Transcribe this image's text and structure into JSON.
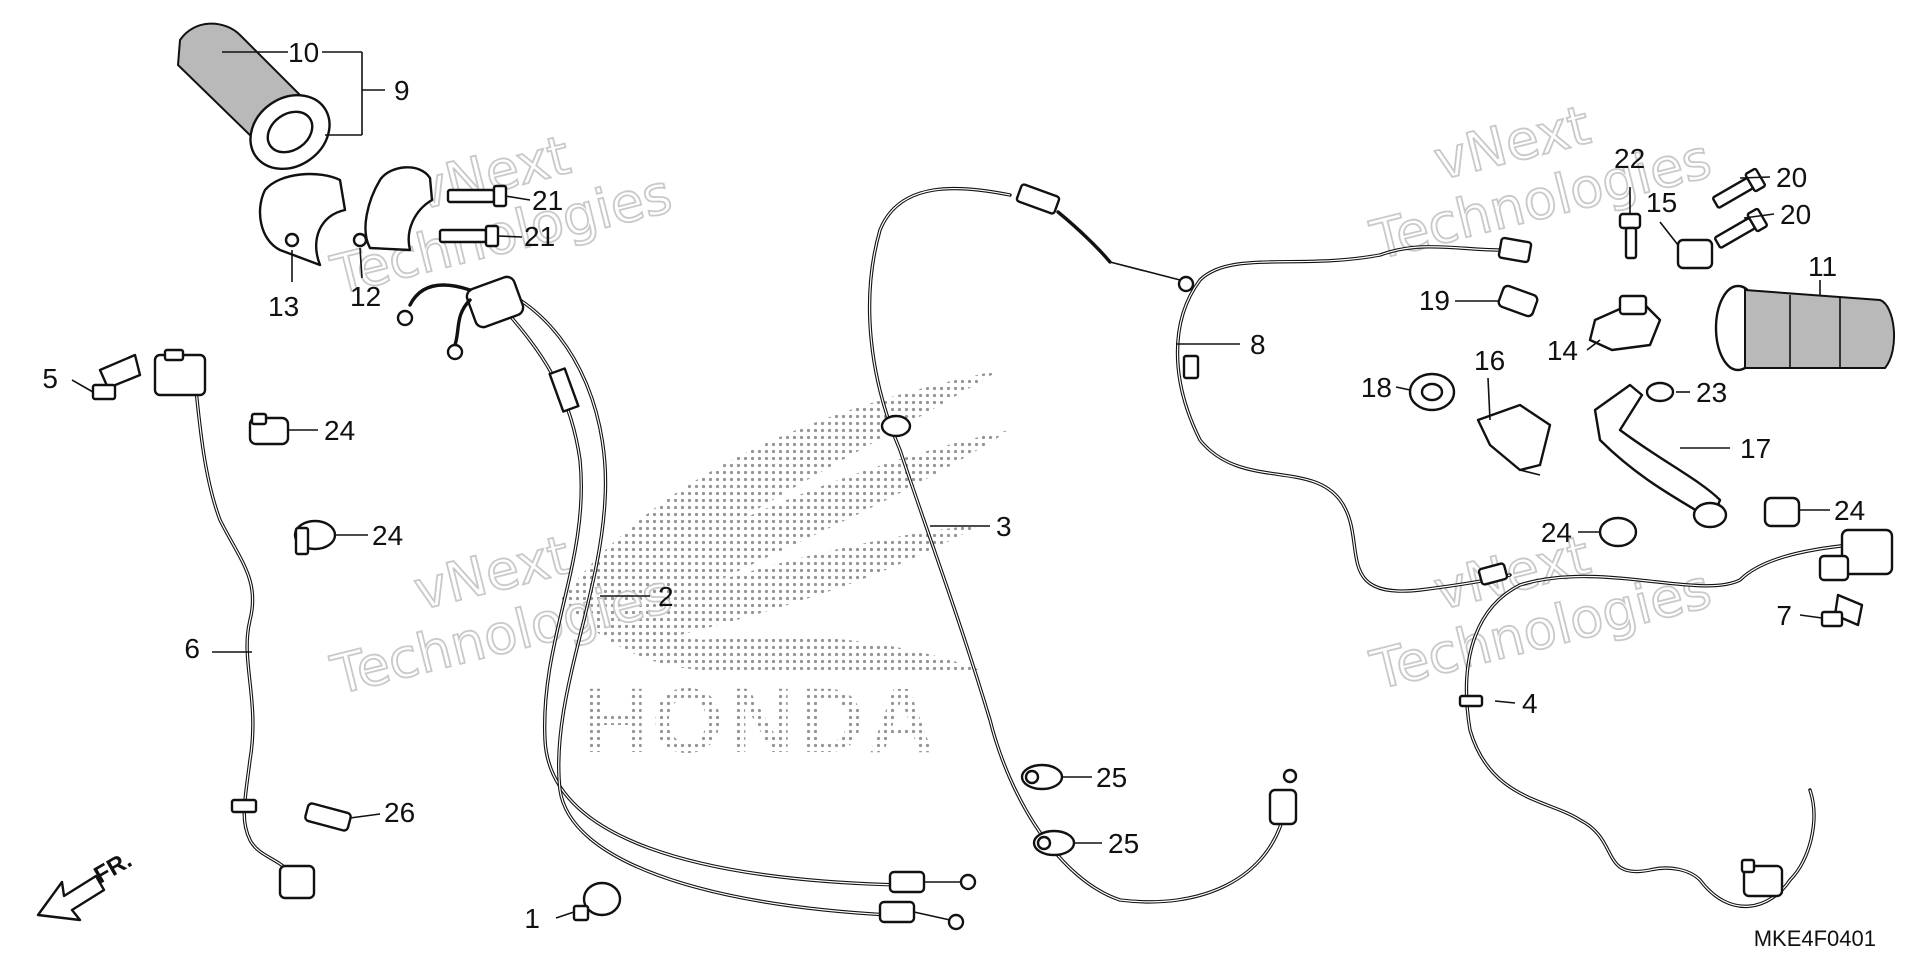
{
  "diagram_code": "MKE4F0401",
  "direction_label": "FR.",
  "logo_text": "HONDA",
  "watermarks": [
    {
      "line1": "vNext",
      "line2": "Technologies"
    },
    {
      "line1": "vNext",
      "line2": "Technologies"
    },
    {
      "line1": "vNext",
      "line2": "Technologies"
    },
    {
      "line1": "vNext",
      "line2": "Technologies"
    }
  ],
  "callouts": [
    {
      "id": "c1",
      "label": "1"
    },
    {
      "id": "c2",
      "label": "2"
    },
    {
      "id": "c3",
      "label": "3"
    },
    {
      "id": "c4",
      "label": "4"
    },
    {
      "id": "c5",
      "label": "5"
    },
    {
      "id": "c6",
      "label": "6"
    },
    {
      "id": "c7",
      "label": "7"
    },
    {
      "id": "c8",
      "label": "8"
    },
    {
      "id": "c9",
      "label": "9"
    },
    {
      "id": "c10",
      "label": "10"
    },
    {
      "id": "c11",
      "label": "11"
    },
    {
      "id": "c12",
      "label": "12"
    },
    {
      "id": "c13",
      "label": "13"
    },
    {
      "id": "c14",
      "label": "14"
    },
    {
      "id": "c15",
      "label": "15"
    },
    {
      "id": "c16",
      "label": "16"
    },
    {
      "id": "c17",
      "label": "17"
    },
    {
      "id": "c18",
      "label": "18"
    },
    {
      "id": "c19",
      "label": "19"
    },
    {
      "id": "c20a",
      "label": "20"
    },
    {
      "id": "c20b",
      "label": "20"
    },
    {
      "id": "c21a",
      "label": "21"
    },
    {
      "id": "c21b",
      "label": "21"
    },
    {
      "id": "c22",
      "label": "22"
    },
    {
      "id": "c23",
      "label": "23"
    },
    {
      "id": "c24a",
      "label": "24"
    },
    {
      "id": "c24b",
      "label": "24"
    },
    {
      "id": "c24c",
      "label": "24"
    },
    {
      "id": "c24d",
      "label": "24"
    },
    {
      "id": "c25a",
      "label": "25"
    },
    {
      "id": "c25b",
      "label": "25"
    },
    {
      "id": "c26",
      "label": "26"
    }
  ],
  "colors": {
    "ink": "#111111",
    "watermark": "#c9c9c9",
    "logo_dots": "#8a8a8a"
  }
}
